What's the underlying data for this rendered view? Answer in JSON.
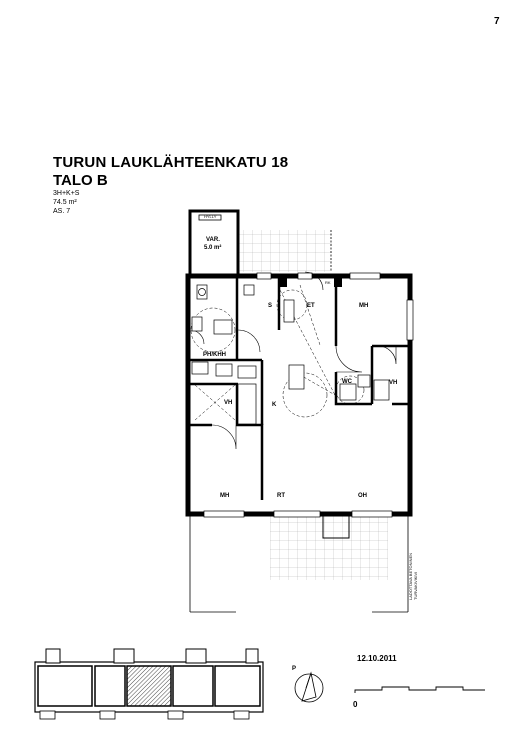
{
  "page": {
    "number": "7"
  },
  "header": {
    "address": "TURUN LAUKLÄHTEENKATU 18",
    "building": "TALO B",
    "apartment_type": "3H+K+S",
    "area": "74.5 m²",
    "apartment_no": "AS. 7"
  },
  "rooms": {
    "var": "VAR.",
    "var_area": "5.0 m²",
    "hylly": "HYLLY",
    "s": "S",
    "et": "ET",
    "mh_top": "MH",
    "ph_khh": "PH/KHH",
    "wc": "WC",
    "vh_right": "VH",
    "vh_left": "VH",
    "k": "K",
    "mh_bottom": "MH",
    "rt": "RT",
    "oh": "OH",
    "rk": "RK"
  },
  "annotations": {
    "balcony_note_1": "LADOTTAVA BETONINEN",
    "balcony_note_2": "TURVAKIVIKIVI"
  },
  "footer": {
    "date": "12.10.2011",
    "north_label": "P",
    "scale_zero": "0"
  }
}
